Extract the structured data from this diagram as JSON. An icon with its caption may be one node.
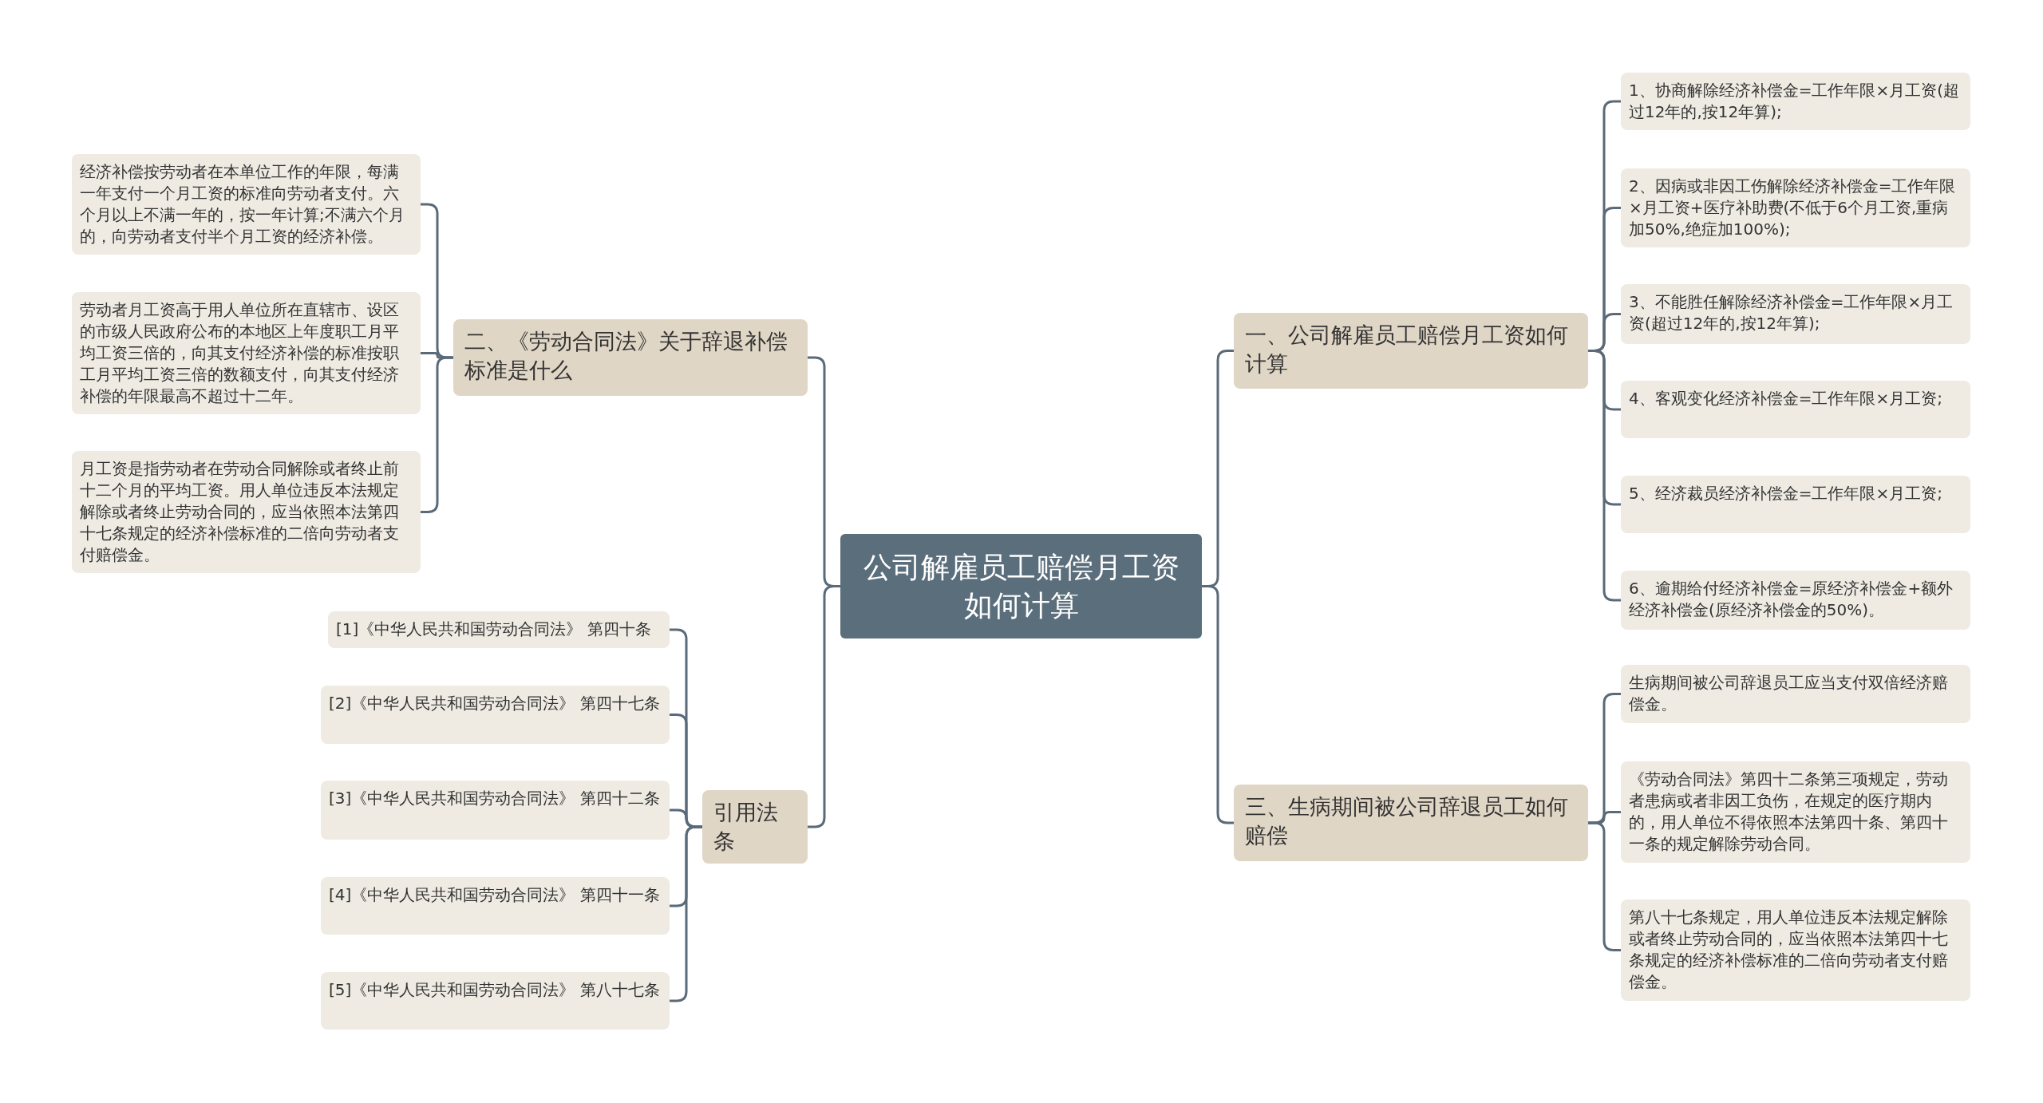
{
  "diagram": {
    "nodes": [
      {
        "text": [
          "公司解雇员工赔偿月工资如何计算"
        ]
      },
      {
        "text": [
          "一、公司解雇员工赔偿月工资如何计算"
        ]
      },
      {
        "text": [
          "1、协商解除经济补偿金=工作年限×月工资(超过12年的,按12年算);"
        ]
      },
      {
        "text": [
          "2、因病或非因工伤解除经济补偿金=工作年限×月工资+医疗补助费(不低于6个月工资,重病加50%,绝症加100%);"
        ]
      },
      {
        "text": [
          "3、不能胜任解除经济补偿金=工作年限×月工资(超过12年的,按12年算);"
        ]
      },
      {
        "text": [
          "4、客观变化经济补偿金=工作年限×月工资;"
        ]
      },
      {
        "text": [
          "5、经济裁员经济补偿金=工作年限×月工资;"
        ]
      },
      {
        "text": [
          "6、逾期给付经济补偿金=原经济补偿金+额外经济补偿金(原经济补偿金的50%)。"
        ]
      },
      {
        "text": [
          "三、生病期间被公司辞退员工如何赔偿"
        ]
      },
      {
        "text": [
          "生病期间被公司辞退员工应当支付双倍经济赔偿金。"
        ]
      },
      {
        "text": [
          "《劳动合同法》第四十二条第三项规定，劳动者患病或者非因工负伤，在规定的医疗期内的，用人单位不得依照本法第四十条、第四十一条的规定解除劳动合同。"
        ]
      },
      {
        "text": [
          "第八十七条规定，用人单位违反本法规定解除或者终止劳动合同的，应当依照本法第四十七条规定的经济补偿标准的二倍向劳动者支付赔偿金。"
        ]
      },
      {
        "text": [
          "二、《劳动合同法》关于辞退补偿标准是什么"
        ]
      },
      {
        "text": [
          "经济补偿按劳动者在本单位工作的年限，每满一年支付一个月工资的标准向劳动者支付。六个月以上不满一年的，按一年计算;不满六个月的，向劳动者支付半个月工资的经济补偿。"
        ]
      },
      {
        "text": [
          "劳动者月工资高于用人单位所在直辖市、设区的市级人民政府公布的本地区上年度职工月平均工资三倍的，向其支付经济补偿的标准按职工月平均工资三倍的数额支付，向其支付经济补偿的年限最高不超过十二年。"
        ]
      },
      {
        "text": [
          "月工资是指劳动者在劳动合同解除或者终止前十二个月的平均工资。用人单位违反本法规定解除或者终止劳动合同的，应当依照本法第四十七条规定的经济补偿标准的二倍向劳动者支付赔偿金。"
        ]
      },
      {
        "text": [
          "引用法条"
        ]
      },
      {
        "text": [
          "[1]《中华人民共和国劳动合同法》 第四十条"
        ]
      },
      {
        "text": [
          "[2]《中华人民共和国劳动合同法》 第四十七条"
        ]
      },
      {
        "text": [
          "[3]《中华人民共和国劳动合同法》 第四十二条"
        ]
      },
      {
        "text": [
          "[4]《中华人民共和国劳动合同法》 第四十一条"
        ]
      },
      {
        "text": [
          "[5]《中华人民共和国劳动合同法》 第八十七条"
        ]
      }
    ],
    "edges": [
      {
        "from": 0,
        "to": 1,
        "arrow": "none"
      },
      {
        "from": 1,
        "to": 2,
        "arrow": "none"
      },
      {
        "from": 1,
        "to": 3,
        "arrow": "none"
      },
      {
        "from": 1,
        "to": 4,
        "arrow": "none"
      },
      {
        "from": 1,
        "to": 5,
        "arrow": "none"
      },
      {
        "from": 1,
        "to": 6,
        "arrow": "none"
      },
      {
        "from": 1,
        "to": 7,
        "arrow": "none"
      },
      {
        "from": 0,
        "to": 8,
        "arrow": "none"
      },
      {
        "from": 8,
        "to": 9,
        "arrow": "none"
      },
      {
        "from": 8,
        "to": 10,
        "arrow": "none"
      },
      {
        "from": 8,
        "to": 11,
        "arrow": "none"
      },
      {
        "from": 0,
        "to": 12,
        "arrow": "none"
      },
      {
        "from": 12,
        "to": 13,
        "arrow": "none"
      },
      {
        "from": 12,
        "to": 14,
        "arrow": "none"
      },
      {
        "from": 12,
        "to": 15,
        "arrow": "none"
      },
      {
        "from": 0,
        "to": 16,
        "arrow": "none"
      },
      {
        "from": 16,
        "to": 17,
        "arrow": "none"
      },
      {
        "from": 16,
        "to": 18,
        "arrow": "none"
      },
      {
        "from": 16,
        "to": 19,
        "arrow": "none"
      },
      {
        "from": 16,
        "to": 20,
        "arrow": "none"
      },
      {
        "from": 16,
        "to": 21,
        "arrow": "none"
      }
    ]
  }
}
